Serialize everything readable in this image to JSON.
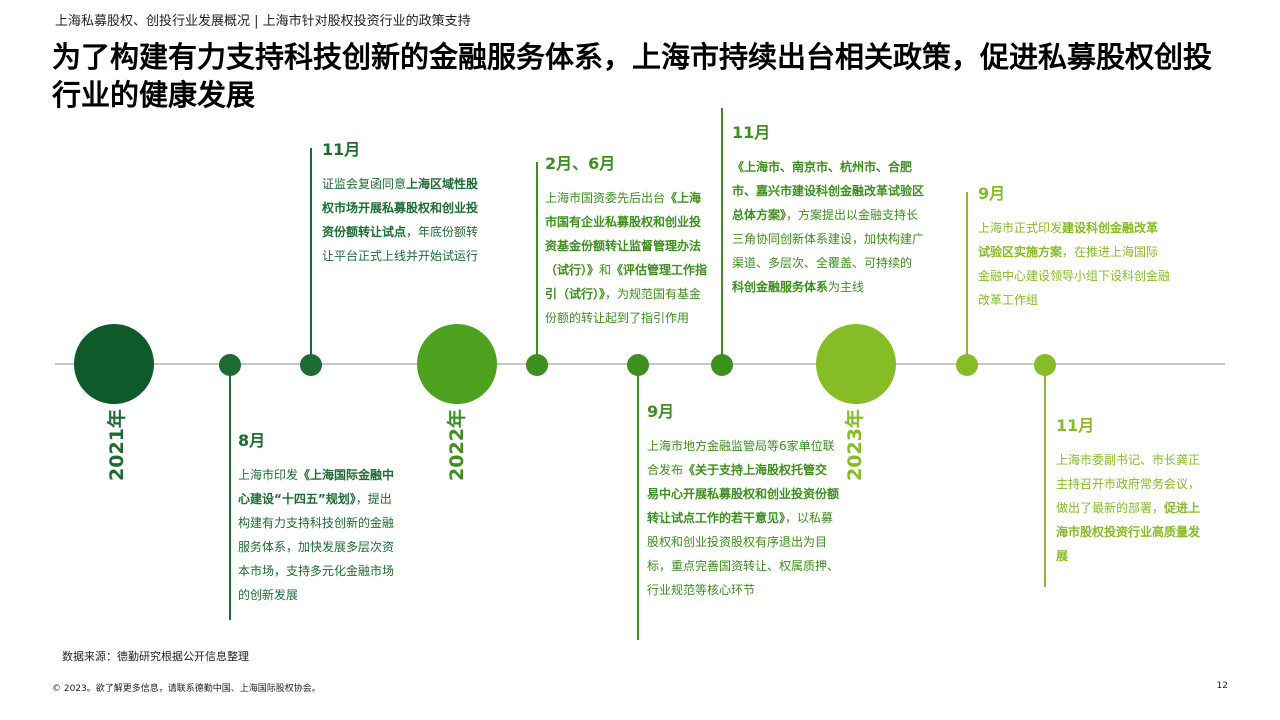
{
  "header": {
    "breadcrumb": "上海私募股权、创投行业发展概况 | 上海市针对股权投资行业的政策支持",
    "title": "为了构建有力支持科技创新的金融服务体系，上海市持续出台相关政策，促进私募股权创投行业的健康发展"
  },
  "years": [
    "2021年",
    "2022年",
    "2023年"
  ],
  "events": [
    {
      "month": "11月",
      "segments": [
        [
          "证监会复函同意",
          false
        ],
        [
          "上海区域性股权市场开展私募股权和创业投资份额转让试点",
          true
        ],
        [
          "，年底份额转让平台正式上线并开始试运行",
          false
        ]
      ]
    },
    {
      "month": "8月",
      "segments": [
        [
          "上海市印发",
          false
        ],
        [
          "《上海国际金融中心建设“十四五”规划》",
          true
        ],
        [
          "，提出构建有力支持科技创新的金融服务体系，加快发展多层次资本市场，支持多元化金融市场的创新发展",
          false
        ]
      ]
    },
    {
      "month": "2月、6月",
      "segments": [
        [
          "上海市国资委先后出台",
          false
        ],
        [
          "《上海市国有企业私募股权和创业投资基金份额转让监督管理办法（试行）》",
          true
        ],
        [
          "和",
          false
        ],
        [
          "《评估管理工作指引（试行）》",
          true
        ],
        [
          "，为规范国有基金份额的转让起到了指引作用",
          false
        ]
      ]
    },
    {
      "month": "9月",
      "segments": [
        [
          "上海市地方金融监管局等6家单位联合发布",
          false
        ],
        [
          "《关于支持上海股权托管交易中心开展私募股权和创业投资份额转让试点工作的若干意见》",
          true
        ],
        [
          "，以私募股权和创业投资股权有序退出为目标，重点完善国资转让、权属质押、行业规范等核心环节",
          false
        ]
      ]
    },
    {
      "month": "11月",
      "segments": [
        [
          "《上海市、南京市、杭州市、合肥市、嘉兴市建设科创金融改革试验区总体方案》",
          true
        ],
        [
          "，方案提出以金融支持长三角协同创新体系建设，加快构建广渠道、多层次、全覆盖、可持续的",
          false
        ],
        [
          "科创金融服务体系",
          true
        ],
        [
          "为主线",
          false
        ]
      ]
    },
    {
      "month": "9月",
      "segments": [
        [
          "上海市正式印发",
          false
        ],
        [
          "建设科创金融改革试验区实施方案",
          true
        ],
        [
          "，在推进上海国际金融中心建设领导小组下设科创金融改革工作组",
          false
        ]
      ]
    },
    {
      "month": "11月",
      "segments": [
        [
          "上海市委副书记、市长龚正主持召开市政府常务会议，做出了最新的部署，",
          false
        ],
        [
          "促进上海市股权投资行业高质量发展",
          true
        ]
      ]
    }
  ],
  "colors": {
    "dark": "#1e6b34",
    "mid": "#3d8f1e",
    "light": "#86bc25",
    "dark_dot": "#0f5a2a",
    "mid_dot": "#4da11e",
    "light_dot": "#86bc25",
    "axis": "#c6c6c6"
  },
  "source": "数据来源：德勤研究根据公开信息整理",
  "footer": "© 2023。欲了解更多信息，请联系德勤中国、上海国际股权协会。",
  "page_number": "12"
}
